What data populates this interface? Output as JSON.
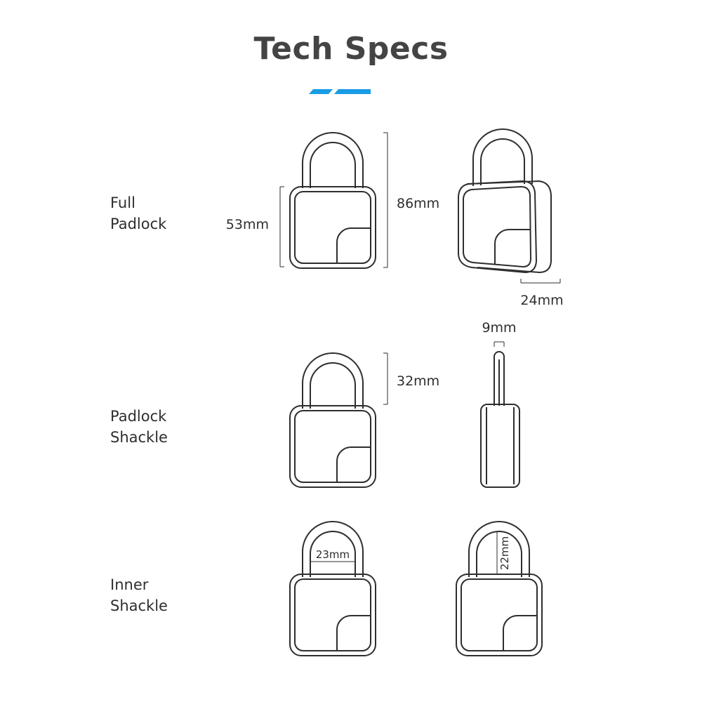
{
  "title": "Tech Specs",
  "accent_color": "#1a9be6",
  "rows": [
    {
      "label_line1": "Full",
      "label_line2": "Padlock",
      "dimensions": {
        "body_height": "53mm",
        "total_height": "86mm",
        "depth": "24mm"
      }
    },
    {
      "label_line1": "Padlock",
      "label_line2": "Shackle",
      "dimensions": {
        "shackle_height": "32mm",
        "shackle_diameter": "9mm"
      }
    },
    {
      "label_line1": "Inner",
      "label_line2": "Shackle",
      "dimensions": {
        "inner_width": "23mm",
        "inner_height": "22mm"
      }
    }
  ]
}
